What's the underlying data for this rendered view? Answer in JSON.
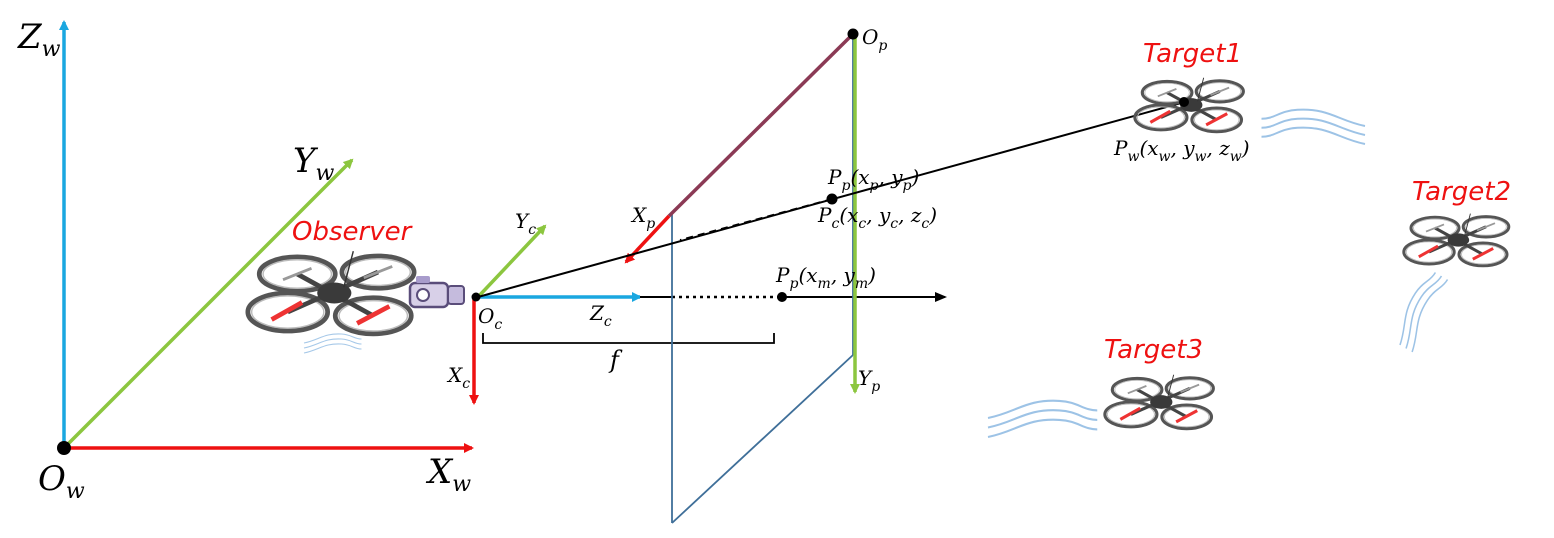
{
  "colors": {
    "blue_axis": "#1aa7e0",
    "green_axis": "#8cc63f",
    "red_axis": "#ee1111",
    "plane_edge": "#3f6f99",
    "plane_top": "#8b3a55",
    "label_red": "#ee1111",
    "wind": "#9dc3e6",
    "ink": "#000000"
  },
  "world_frame": {
    "origin": "O",
    "origin_sub": "w",
    "z_axis": "Z",
    "z_sub": "w",
    "y_axis": "Y",
    "y_sub": "w",
    "x_axis": "X",
    "x_sub": "w"
  },
  "camera_frame": {
    "origin": "O",
    "origin_sub": "c",
    "z_axis": "Z",
    "z_sub": "c",
    "y_axis": "Y",
    "y_sub": "c",
    "x_axis": "X",
    "x_sub": "c",
    "focal": "f"
  },
  "image_plane": {
    "origin": "O",
    "origin_sub": "p",
    "x_axis": "X",
    "x_sub": "p",
    "y_axis": "Y",
    "y_sub": "p"
  },
  "points": {
    "pp_xy": {
      "P": "P",
      "sub": "p",
      "args": "(x",
      "a1": "p",
      "comma": ", y",
      "a2": "p",
      "close": ")"
    },
    "pc_xyz": {
      "P": "P",
      "sub": "c",
      "args": "(x",
      "a1": "c",
      "comma": ", y",
      "a2": "c",
      "comma2": ", z",
      "a3": "c",
      "close": ")"
    },
    "pp_m": {
      "P": "P",
      "sub": "p",
      "args": "(x",
      "a1": "m",
      "comma": ", y",
      "a2": "m",
      "close": ")"
    },
    "pw": {
      "P": "P",
      "sub": "w",
      "args": "(x",
      "a1": "w",
      "comma": ", y",
      "a2": "w",
      "comma2": ", z",
      "a3": "w",
      "close": ")"
    }
  },
  "labels": {
    "observer": "Observer",
    "target1": "Target1",
    "target2": "Target2",
    "target3": "Target3"
  },
  "icons": [
    "quadcopter-icon",
    "camera-icon",
    "wind-icon"
  ]
}
